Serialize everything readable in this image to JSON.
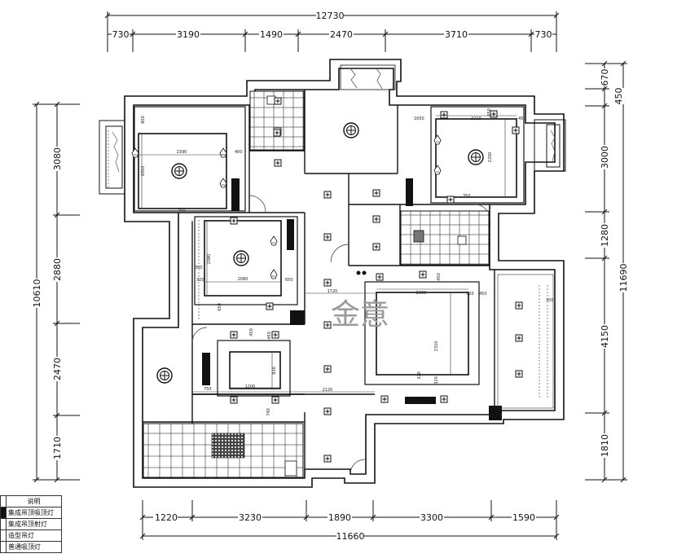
{
  "dimensions": {
    "top_total": "12730",
    "top_segments": [
      "730",
      "3190",
      "1490",
      "2470",
      "3710",
      "730"
    ],
    "bottom_total": "11660",
    "bottom_segments": [
      "1220",
      "3230",
      "1890",
      "3300",
      "1590"
    ],
    "left_total": "10610",
    "left_segments": [
      "3080",
      "2880",
      "2470",
      "1710"
    ],
    "right_total": "11690",
    "right_segments": [
      "670",
      "450",
      "3000",
      "1280",
      "4150",
      "1810"
    ]
  },
  "inner_labels": {
    "br1_width": "2390",
    "br1_height": "2010",
    "br1_side": "400",
    "br1_top": "800",
    "br1_bottom": "300",
    "br2_width": "2080",
    "br2_height": "2080",
    "br2_side": "300",
    "br2_small": "320",
    "br2_right": "650",
    "br2_low": "650",
    "br3_top": "1650",
    "br3_width": "2210",
    "br3_side": "450",
    "br3_height": "2200",
    "br3_b": "350",
    "br3_c": "650",
    "living_top": "1720",
    "living_w": "2300",
    "living_h": "2310",
    "living_a": "450",
    "living_b": "320",
    "living_c": "320",
    "living_d": "450",
    "living_e": "320",
    "dining_w": "1200",
    "dining_h": "830",
    "dining_a": "450",
    "dining_b": "750",
    "dining_c": "740",
    "dining_span": "2120",
    "dining_e": "450",
    "right_room": "300"
  },
  "watermark": "金意",
  "legend": {
    "header": "说明",
    "items": [
      "集成吊顶吸顶灯",
      "集成吊顶射灯",
      "造型吊灯",
      "普通吸顶灯"
    ]
  }
}
